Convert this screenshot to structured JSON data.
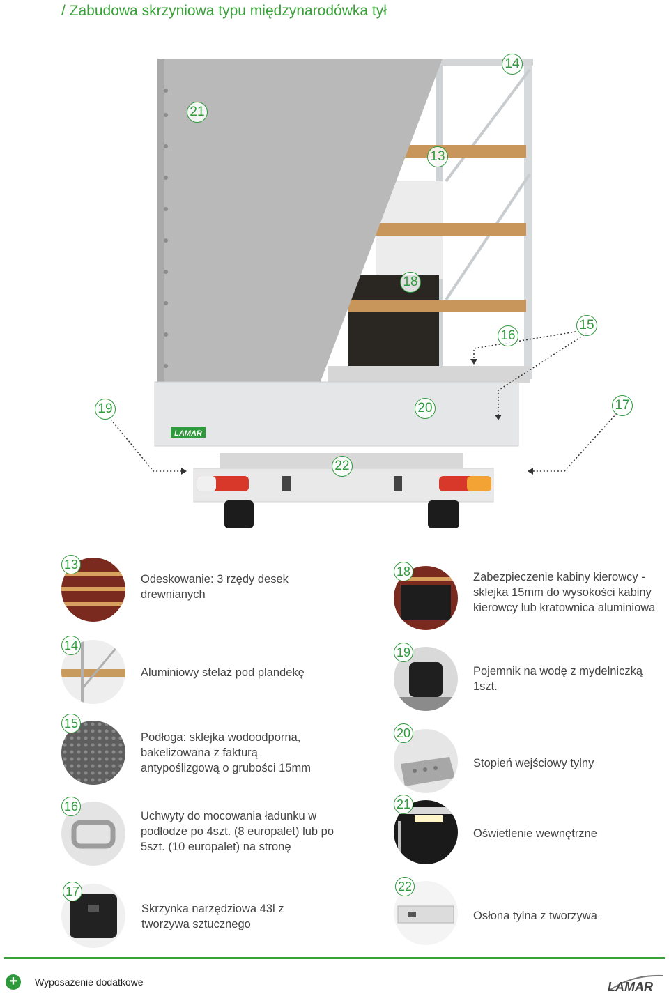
{
  "header": {
    "title": "/ Zabudowa skrzyniowa typu międzynarodówka tył"
  },
  "hero": {
    "truck_logo": "LAMAR",
    "callouts": [
      "14",
      "21",
      "13",
      "18",
      "16",
      "15",
      "19",
      "20",
      "17",
      "22"
    ]
  },
  "items": [
    {
      "num": "13",
      "text": "Odeskowanie: 3 rzędy desek drewnianych"
    },
    {
      "num": "14",
      "text": "Aluminiowy stelaż pod plandekę"
    },
    {
      "num": "15",
      "text": "Podłoga: sklejka wodoodporna, bakelizowana z fakturą antypoślizgową o grubości 15mm"
    },
    {
      "num": "16",
      "text": "Uchwyty do mocowania ładunku w podłodze po 4szt. (8 europalet) lub po 5szt. (10 europalet) na stronę"
    },
    {
      "num": "17",
      "text": "Skrzynka narzędziowa 43l z tworzywa sztucznego"
    },
    {
      "num": "18",
      "text": "Zabezpieczenie kabiny kierowcy - sklejka 15mm do wysokości kabiny kierowcy lub kratownica aluminiowa"
    },
    {
      "num": "19",
      "text": "Pojemnik na wodę z mydelniczką 1szt."
    },
    {
      "num": "20",
      "text": "Stopień wejściowy tylny"
    },
    {
      "num": "21",
      "text": "Oświetlenie wewnętrzne"
    },
    {
      "num": "22",
      "text": "Osłona tylna z tworzywa"
    }
  ],
  "footer": {
    "plus": "+",
    "text": "Wyposażenie dodatkowe",
    "logo": "LAMAR"
  },
  "colors": {
    "accent": "#2e9a3c",
    "tarp": "#b9b9b9",
    "wood": "#c8955a"
  }
}
